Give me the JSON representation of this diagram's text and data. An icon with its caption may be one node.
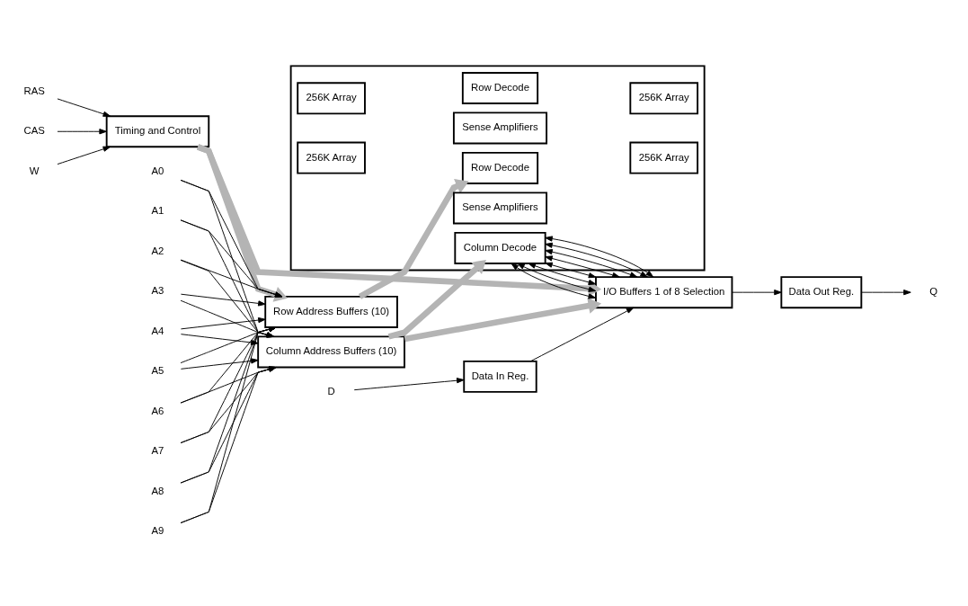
{
  "diagram": {
    "nodes": [
      {
        "text": [
          "RAS"
        ]
      },
      {
        "text": [
          "CAS"
        ]
      },
      {
        "text": [
          "W"
        ]
      },
      {
        "text": [
          "Timing and Control"
        ]
      },
      {
        "text": [
          "Row Address Buffers (10)"
        ]
      },
      {
        "text": [
          "Column Address Buffers (10)"
        ]
      },
      {
        "text": [],
        "shape": "box"
      },
      {
        "text": [
          "256K Array"
        ],
        "in": 6
      },
      {
        "text": [
          "Row Decode"
        ],
        "in": 6
      },
      {
        "text": [
          "256K Array"
        ],
        "in": 6
      },
      {
        "text": [
          "Sense Amplifiers"
        ],
        "in": 6
      },
      {
        "text": [
          "Column Decode"
        ],
        "in": 6
      },
      {
        "text": [
          "Sense Amplifiers"
        ],
        "in": 6
      },
      {
        "text": [
          "256K Array"
        ],
        "in": 6
      },
      {
        "text": [
          "Row Decode"
        ],
        "in": 6
      },
      {
        "text": [
          "256K Array"
        ],
        "in": 6
      },
      {
        "text": [
          "I/O Buffers 1 of 8 Selection"
        ]
      },
      {
        "text": [
          "Data In Reg."
        ]
      },
      {
        "text": [
          "Data Out Reg."
        ]
      },
      {
        "text": [
          "D"
        ]
      },
      {
        "text": [
          "Q"
        ]
      },
      {
        "text": [
          "A0"
        ]
      },
      {
        "text": [
          "A1"
        ]
      },
      {
        "text": [
          "A2"
        ]
      },
      {
        "text": [
          "A3"
        ]
      },
      {
        "text": [
          "A4"
        ]
      },
      {
        "text": [
          "A5"
        ]
      },
      {
        "text": [
          "A6"
        ]
      },
      {
        "text": [
          "A7"
        ]
      },
      {
        "text": [
          "A8"
        ]
      },
      {
        "text": [
          "A9"
        ]
      }
    ],
    "edges": [
      {
        "from": 0,
        "to": 3,
        "arrow": "to"
      },
      {
        "from": 1,
        "to": 3,
        "arrow": "to"
      },
      {
        "from": 2,
        "to": 3,
        "arrow": "to"
      },
      {
        "from": 3,
        "to": 4,
        "arrow": "to",
        "style": "thick",
        "color": "#b4b4b4"
      },
      {
        "from": 3,
        "to": 16,
        "arrow": "to",
        "style": "thick",
        "color": "#b4b4b4"
      },
      {
        "from": 4,
        "to": 8,
        "arrow": "to",
        "style": "thick",
        "color": "#b4b4b4"
      },
      {
        "from": 5,
        "to": 11,
        "arrow": "to",
        "style": "thick",
        "color": "#b4b4b4"
      },
      {
        "from": 5,
        "to": 16,
        "arrow": "to",
        "style": "thick",
        "color": "#b4b4b4"
      },
      {
        "from": 11,
        "to": 16,
        "arrow": "both"
      },
      {
        "from": 11,
        "to": 16,
        "arrow": "both"
      },
      {
        "from": 11,
        "to": 16,
        "arrow": "both"
      },
      {
        "from": 11,
        "to": 16,
        "arrow": "both"
      },
      {
        "from": 11,
        "to": 16,
        "arrow": "both"
      },
      {
        "from": 11,
        "to": 16,
        "arrow": "both"
      },
      {
        "from": 11,
        "to": 16,
        "arrow": "both"
      },
      {
        "from": 11,
        "to": 16,
        "arrow": "both"
      },
      {
        "from": 19,
        "to": 17,
        "arrow": "to"
      },
      {
        "from": 17,
        "to": 16,
        "arrow": "to"
      },
      {
        "from": 16,
        "to": 18,
        "arrow": "to"
      },
      {
        "from": 18,
        "to": 20,
        "arrow": "to"
      },
      {
        "from": 21,
        "to": 4,
        "arrow": "to"
      },
      {
        "from": 21,
        "to": 5,
        "arrow": "to"
      },
      {
        "from": 22,
        "to": 4,
        "arrow": "to"
      },
      {
        "from": 22,
        "to": 5,
        "arrow": "to"
      },
      {
        "from": 23,
        "to": 4,
        "arrow": "to"
      },
      {
        "from": 23,
        "to": 5,
        "arrow": "to"
      },
      {
        "from": 24,
        "to": 4,
        "arrow": "to"
      },
      {
        "from": 24,
        "to": 5,
        "arrow": "to"
      },
      {
        "from": 25,
        "to": 4,
        "arrow": "to"
      },
      {
        "from": 25,
        "to": 5,
        "arrow": "to"
      },
      {
        "from": 26,
        "to": 4,
        "arrow": "to"
      },
      {
        "from": 26,
        "to": 5,
        "arrow": "to"
      },
      {
        "from": 27,
        "to": 4,
        "arrow": "to"
      },
      {
        "from": 27,
        "to": 5,
        "arrow": "to"
      },
      {
        "from": 28,
        "to": 4,
        "arrow": "to"
      },
      {
        "from": 28,
        "to": 5,
        "arrow": "to"
      },
      {
        "from": 29,
        "to": 4,
        "arrow": "to"
      },
      {
        "from": 29,
        "to": 5,
        "arrow": "to"
      },
      {
        "from": 30,
        "to": 4,
        "arrow": "to"
      },
      {
        "from": 30,
        "to": 5,
        "arrow": "to"
      }
    ]
  }
}
